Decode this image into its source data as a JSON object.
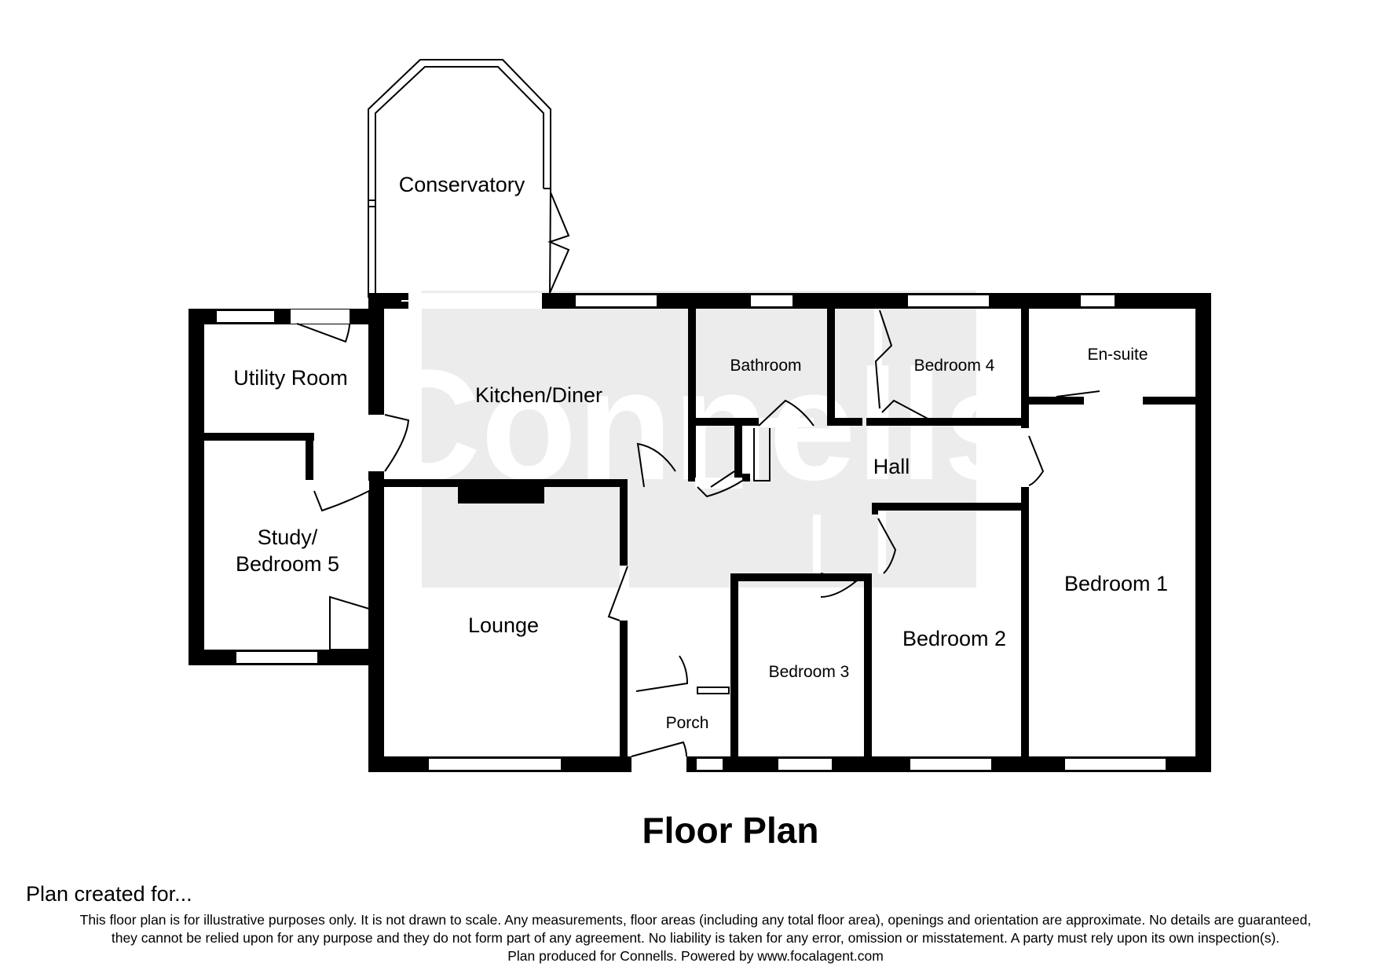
{
  "watermark": "Connells",
  "rooms": {
    "conservatory": "Conservatory",
    "utility_room": "Utility Room",
    "kitchen_diner": "Kitchen/Diner",
    "bathroom": "Bathroom",
    "bedroom_4": "Bedroom 4",
    "en_suite": "En-suite",
    "hall": "Hall",
    "study_line1": "Study/",
    "study_line2": "Bedroom 5",
    "lounge": "Lounge",
    "bedroom_1": "Bedroom 1",
    "bedroom_2": "Bedroom 2",
    "bedroom_3": "Bedroom 3",
    "porch": "Porch"
  },
  "title": "Floor Plan",
  "created_for": "Plan created for...",
  "disclaimer": {
    "line1": "This floor plan is for illustrative purposes only. It is not drawn to scale. Any measurements, floor areas (including any total floor area), openings and orientation are approximate. No details are guaranteed,",
    "line2": "they cannot be relied upon for any purpose and they do not form part of any agreement. No liability is taken for any error, omission or misstatement. A party must rely upon its own inspection(s).",
    "line3": "Plan produced for Connells. Powered by www.focalagent.com"
  }
}
